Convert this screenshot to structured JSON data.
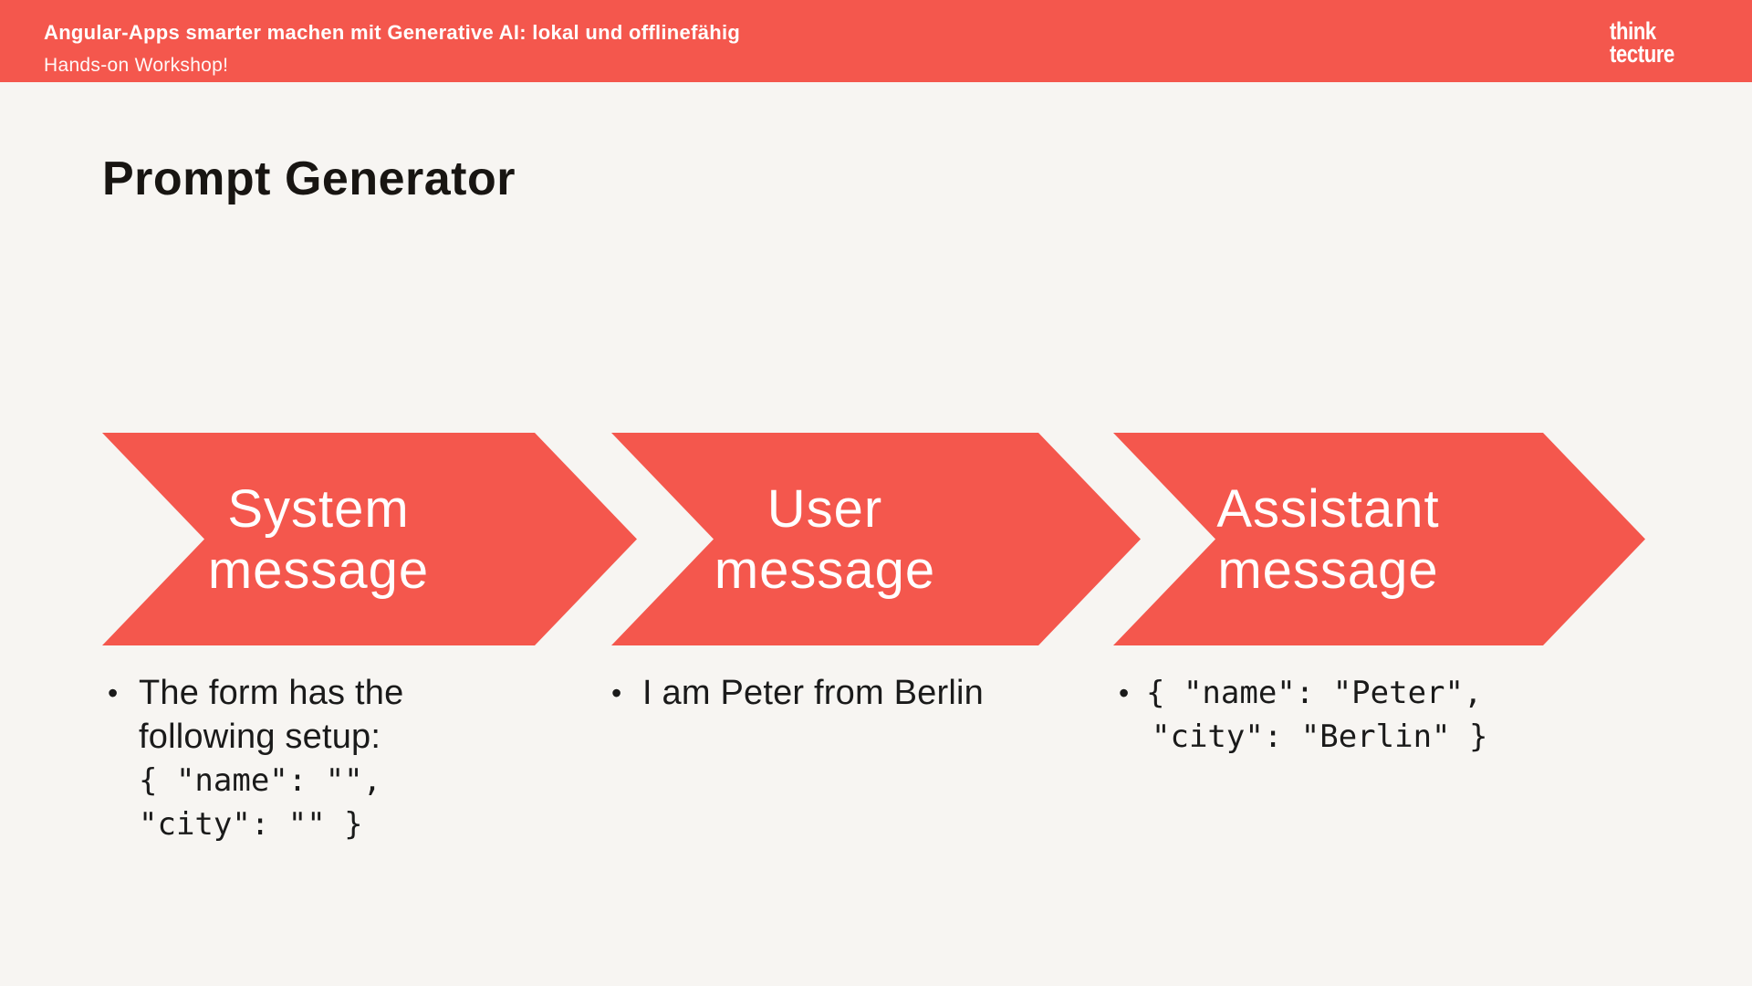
{
  "header": {
    "title": "Angular-Apps smarter machen mit Generative AI: lokal und offlinefähig",
    "subtitle": "Hands-on Workshop!",
    "logo": {
      "line1": "think",
      "line2": "tecture"
    }
  },
  "slide": {
    "title": "Prompt Generator",
    "bullet_glyph": "•",
    "chevrons": [
      {
        "label_line1": "System",
        "label_line2": "message"
      },
      {
        "label_line1": "User",
        "label_line2": "message"
      },
      {
        "label_line1": "Assistant",
        "label_line2": "message"
      }
    ],
    "notes": {
      "system": {
        "text_line1": "The form has the",
        "text_line2": "following setup:",
        "code_line1": "{ \"name\": \"\",",
        "code_line2": "\"city\": \"\" }"
      },
      "user": {
        "text_line1": "I am Peter from Berlin"
      },
      "assistant": {
        "code_line1": "{ \"name\": \"Peter\",",
        "code_line2": "\"city\": \"Berlin\" }"
      }
    }
  },
  "colors": {
    "accent_red": "#F4574D",
    "background": "#F7F5F2",
    "text_dark": "#1A1A1A",
    "text_white": "#FFFFFF"
  }
}
